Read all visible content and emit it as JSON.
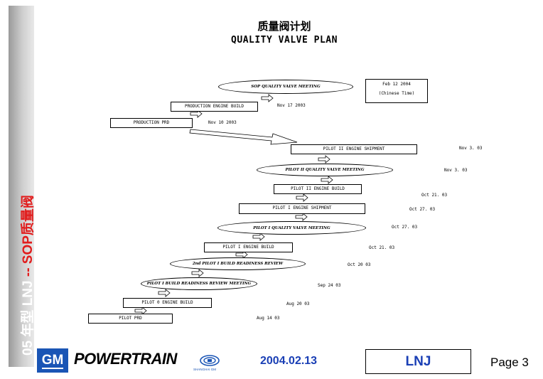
{
  "sidebar": {
    "title_white_1": "05 年型 LNJ",
    "title_red": " -- SOP质量阀"
  },
  "header": {
    "title_cn": "质量阀计划",
    "title_en": "QUALITY VALVE PLAN"
  },
  "legend": {
    "line1": "Feb 12 2004",
    "line2": "(Chinese Time)"
  },
  "steps": [
    {
      "shape": "ellipse",
      "label": "SOP QUALITY VALVE MEETING"
    },
    {
      "shape": "box",
      "label": "PRODUCTION ENGINE BUILD",
      "date": "Nov 17 2003"
    },
    {
      "shape": "box",
      "label": "PRODUCTION PRD",
      "date": "Nov 10 2003"
    },
    {
      "shape": "box",
      "label": "PILOT II ENGINE SHIPMENT",
      "date": "Nov 3. 03"
    },
    {
      "shape": "ellipse",
      "label": "PILOT II QUALITY VALVE MEETING",
      "date": "Nov 3. 03"
    },
    {
      "shape": "box",
      "label": "PILOT II ENGINE BUILD",
      "date": "Oct 21. 03"
    },
    {
      "shape": "box",
      "label": "PILOT I ENGINE SHIPMENT",
      "date": "Oct 27. 03"
    },
    {
      "shape": "ellipse",
      "label": "PILOT I QUALITY VALVE MEETING",
      "date": "Oct 27. 03"
    },
    {
      "shape": "box",
      "label": "PILOT I ENGINE BUILD",
      "date": "Oct 21. 03"
    },
    {
      "shape": "ellipse",
      "label": "2nd PILOT I BUILD READINESS REVIEW",
      "date": "Oct 20 03"
    },
    {
      "shape": "ellipse",
      "label": "PILOT I BUILD READINESS REVIEW MEETING",
      "date": "Sep 24 03"
    },
    {
      "shape": "box",
      "label": "PILOT 0 ENGINE BUILD",
      "date": "Aug 20 03"
    },
    {
      "shape": "box",
      "label": "PILOT PRD",
      "date": "Aug 14 03"
    }
  ],
  "footer": {
    "gm": "GM",
    "powertrain": "POWERTRAIN",
    "sgm": "SHANGHAI GM",
    "date": "2004.02.13",
    "project": "LNJ",
    "page": "Page 3"
  },
  "colors": {
    "accent_blue": "#1a3fb5",
    "red": "#e11d1d",
    "gm_blue": "#1a55b5"
  }
}
